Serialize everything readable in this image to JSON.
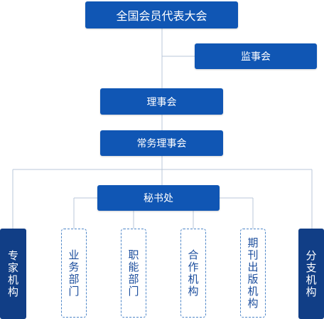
{
  "diagram": {
    "top": "全国会员代表大会",
    "supervisory": "监事会",
    "council": "理事会",
    "standing_council": "常务理事会",
    "secretariat": "秘书处",
    "leaves": [
      {
        "label": "专家机构",
        "style": "solid"
      },
      {
        "label": "业务部门",
        "style": "dashed"
      },
      {
        "label": "职能部门",
        "style": "dashed"
      },
      {
        "label": "合作机构",
        "style": "dashed"
      },
      {
        "label": "期刊出版机构",
        "style": "dashed"
      },
      {
        "label": "分支机构",
        "style": "solid"
      }
    ]
  },
  "colors": {
    "box": "#1056b4",
    "solid_leaf": "#113e86",
    "dashed_border": "#4e86c8",
    "connector": "#b9c7d8"
  }
}
